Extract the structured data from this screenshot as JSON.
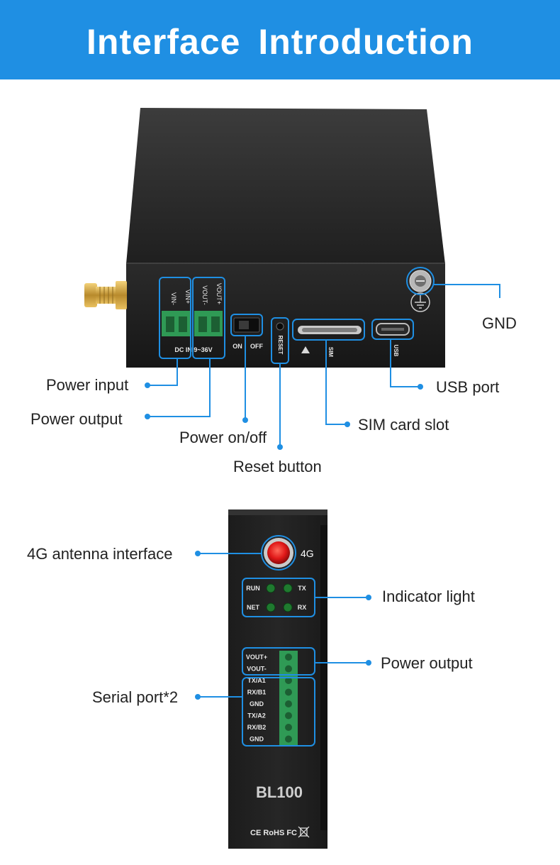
{
  "header": {
    "title": "Interface  Introduction"
  },
  "top_view": {
    "callouts": {
      "gnd": "GND",
      "power_input": "Power input",
      "usb_port": "USB port",
      "power_output": "Power output",
      "sim_card_slot": "SIM card slot",
      "power_on_off": "Power on/off",
      "reset_button": "Reset button"
    },
    "panel_text": {
      "vin_minus": "VIN-",
      "vin_plus": "VIN+",
      "vout_minus": "VOUT-",
      "vout_plus": "VOUT+",
      "dc_in": "DC IN 9~36V",
      "on": "ON",
      "off": "OFF",
      "reset": "RESET",
      "sim": "SIM",
      "usb": "USB"
    }
  },
  "side_view": {
    "callouts": {
      "antenna": "4G antenna interface",
      "indicator": "Indicator light",
      "power_output": "Power output",
      "serial": "Serial port*2"
    },
    "panel_text": {
      "antenna_tag": "4G",
      "led_run": "RUN",
      "led_tx": "TX",
      "led_net": "NET",
      "led_rx": "RX",
      "pins": [
        "VOUT+",
        "VOUT-",
        "TX/A1",
        "RX/B1",
        "GND",
        "TX/A2",
        "RX/B2",
        "GND"
      ],
      "model": "BL100",
      "certs": "CE RoHS FC"
    }
  },
  "colors": {
    "accent": "#1f8fe3",
    "device": "#2a2a2a",
    "terminal": "#2f9a55",
    "led": "#1f7a2f",
    "antenna": "#e02020"
  }
}
